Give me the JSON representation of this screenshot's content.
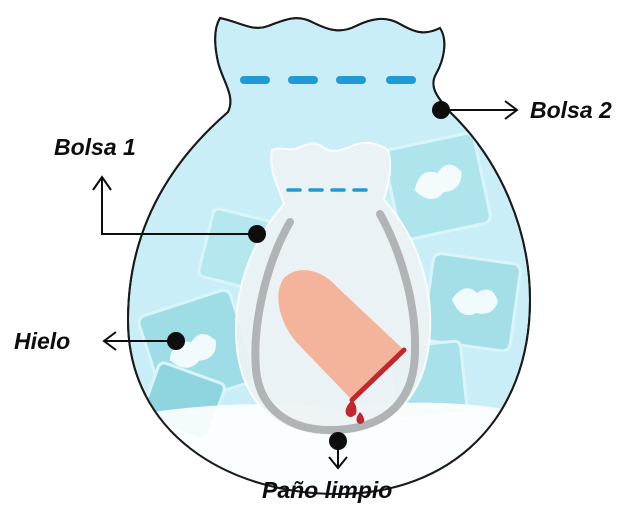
{
  "labels": {
    "bag2": "Bolsa 2",
    "bag1": "Bolsa 1",
    "ice": "Hielo",
    "cloth": "Paño limpio"
  },
  "colors": {
    "outer_bag": "#c9eef8",
    "inner_bag": "#eef3f5",
    "dashes": "#1e9ad6",
    "finger": "#f4b39b",
    "blood": "#c0282d",
    "cloth": "#b1b4b6",
    "ice": "#9fdde6",
    "outline": "#1a1a1a"
  },
  "icons": [
    "arrow-right-icon",
    "arrow-up-icon",
    "arrow-left-icon",
    "arrow-down-icon",
    "dot-marker-icon"
  ]
}
